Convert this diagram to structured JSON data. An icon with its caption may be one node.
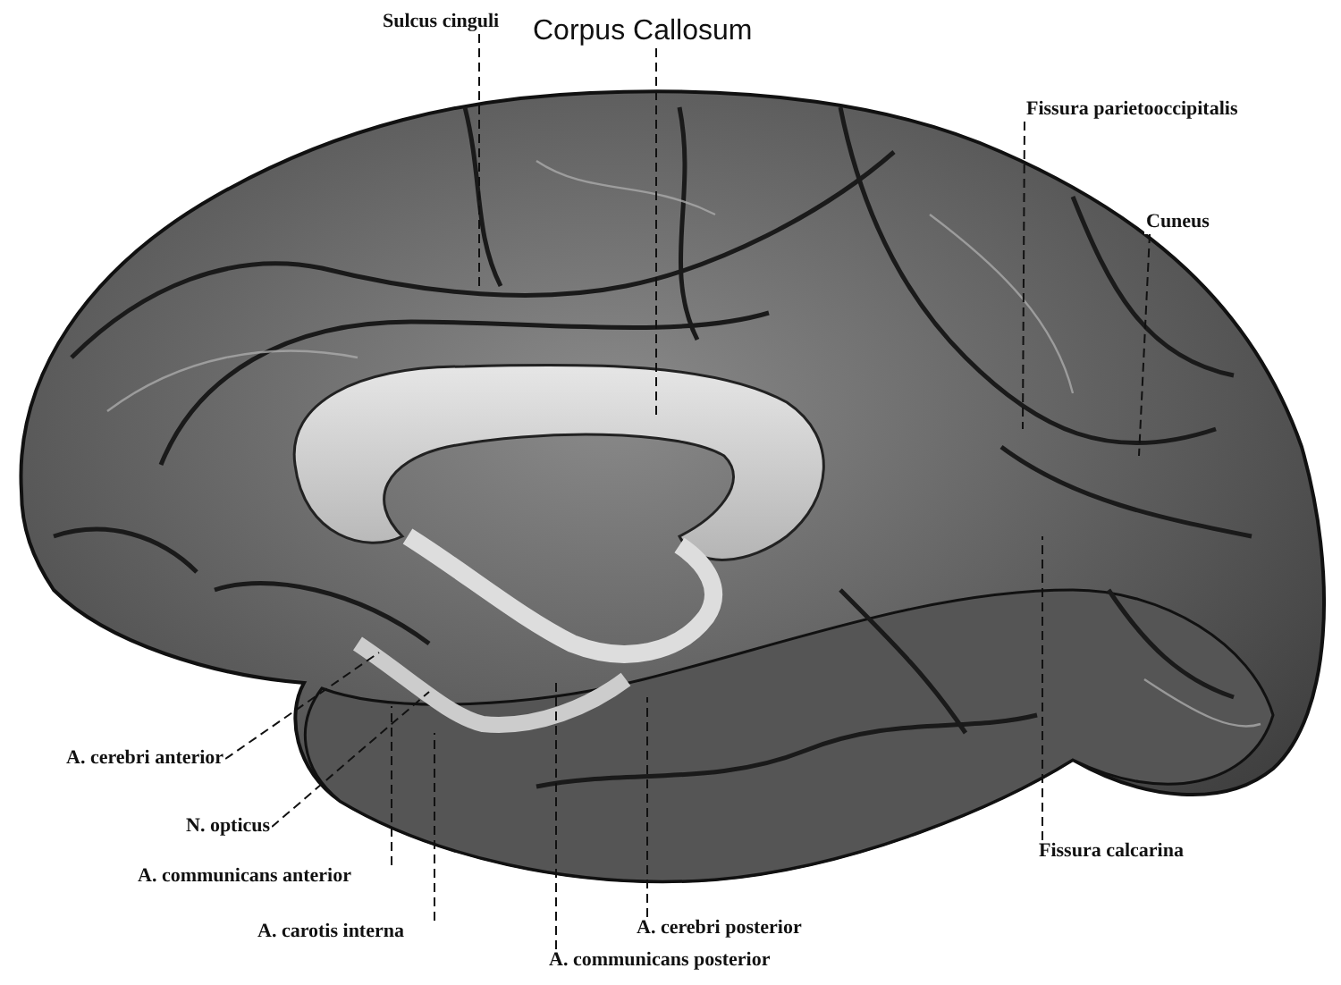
{
  "diagram": {
    "nodes": [
      {
        "text": [
          "Corpus Callosum"
        ]
      },
      {
        "text": [
          "Sulcus cinguli"
        ]
      },
      {
        "text": [
          "Fissura parietooccipitalis"
        ]
      },
      {
        "text": [
          "Cuneus"
        ]
      },
      {
        "text": [
          "A. cerebri anterior"
        ]
      },
      {
        "text": [
          "N. opticus"
        ]
      },
      {
        "text": [
          "A. communicans anterior"
        ]
      },
      {
        "text": [
          "A. carotis interna"
        ]
      },
      {
        "text": [
          "A. cerebri posterior"
        ]
      },
      {
        "text": [
          "A. communicans posterior"
        ]
      },
      {
        "text": [
          "Fissura calcarina"
        ]
      }
    ],
    "edges": [
      {
        "from": 0,
        "to": null,
        "arrow": "none",
        "style": "dashed"
      },
      {
        "from": 1,
        "to": null,
        "arrow": "none",
        "style": "dashed"
      },
      {
        "from": 2,
        "to": null,
        "arrow": "none",
        "style": "dashed"
      },
      {
        "from": 3,
        "to": null,
        "arrow": "none",
        "style": "dashed"
      },
      {
        "from": 4,
        "to": null,
        "arrow": "none",
        "style": "dashed"
      },
      {
        "from": 5,
        "to": null,
        "arrow": "none",
        "style": "dashed"
      },
      {
        "from": 6,
        "to": null,
        "arrow": "none",
        "style": "dashed"
      },
      {
        "from": 7,
        "to": null,
        "arrow": "none",
        "style": "dashed"
      },
      {
        "from": 8,
        "to": null,
        "arrow": "none",
        "style": "dashed"
      },
      {
        "from": 9,
        "to": null,
        "arrow": "none",
        "style": "dashed"
      },
      {
        "from": 10,
        "to": null,
        "arrow": "none",
        "style": "dashed"
      }
    ]
  }
}
